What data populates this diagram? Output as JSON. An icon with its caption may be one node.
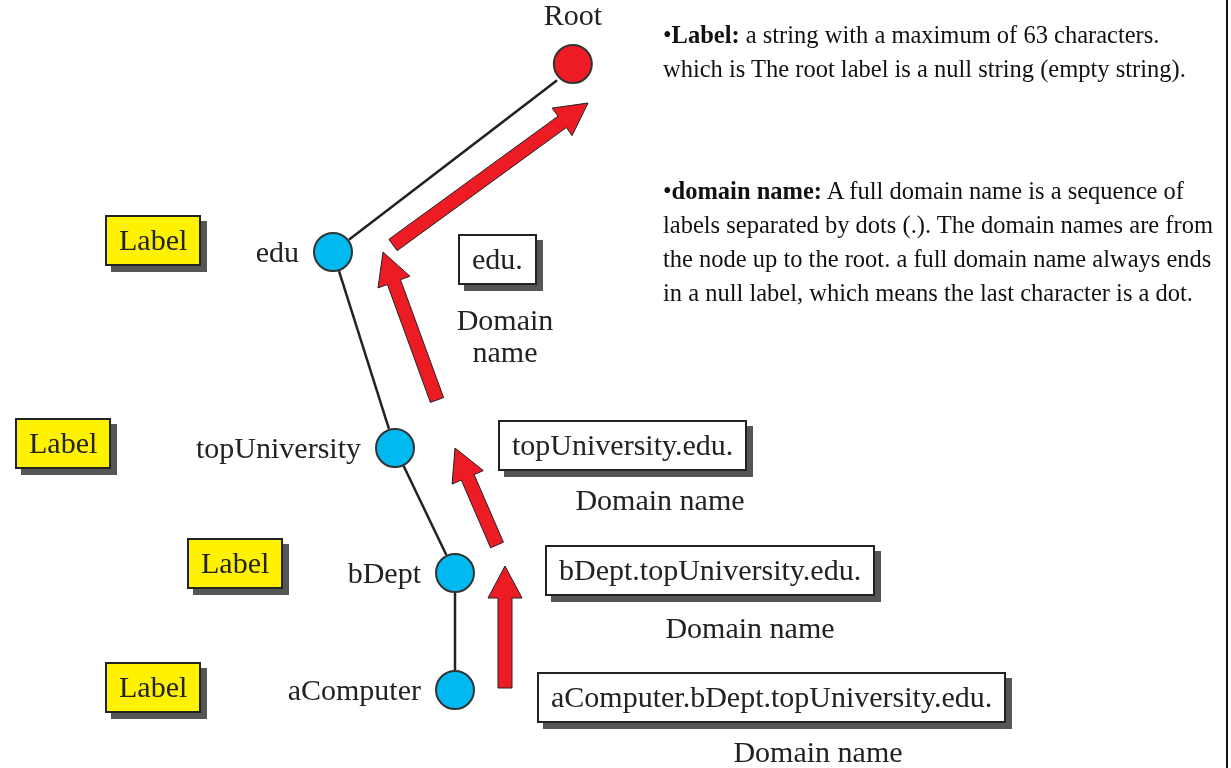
{
  "diagram": {
    "nodes": [
      {
        "text": [
          "Root"
        ]
      },
      {
        "text": [
          "edu"
        ]
      },
      {
        "text": [
          "topUniversity"
        ]
      },
      {
        "text": [
          "bDept"
        ]
      },
      {
        "text": [
          "aComputer"
        ]
      },
      {
        "text": [
          "Label"
        ]
      },
      {
        "text": [
          "Label"
        ]
      },
      {
        "text": [
          "Label"
        ]
      },
      {
        "text": [
          "Label"
        ]
      },
      {
        "text": [
          "edu."
        ],
        "beside": [
          "Domain name"
        ]
      },
      {
        "text": [
          "topUniversity.edu."
        ],
        "beside": [
          "Domain name"
        ]
      },
      {
        "text": [
          "bDept.topUniversity.edu."
        ],
        "beside": [
          "Domain name"
        ]
      },
      {
        "text": [
          "aComputer.bDept.topUniversity.edu."
        ],
        "beside": [
          "Domain name"
        ]
      }
    ],
    "edges": [
      {
        "from": 1,
        "to": 0,
        "arrow": "none"
      },
      {
        "from": 2,
        "to": 1,
        "arrow": "none"
      },
      {
        "from": 3,
        "to": 2,
        "arrow": "none"
      },
      {
        "from": 4,
        "to": 3,
        "arrow": "none"
      },
      {
        "from": 4,
        "to": 3,
        "arrow": "to",
        "style": "thick",
        "color": "#ed1c24"
      },
      {
        "from": 3,
        "to": 2,
        "arrow": "to",
        "style": "thick",
        "color": "#ed1c24"
      },
      {
        "from": 2,
        "to": 1,
        "arrow": "to",
        "style": "thick",
        "color": "#ed1c24"
      },
      {
        "from": 1,
        "to": 0,
        "arrow": "to",
        "style": "thick",
        "color": "#ed1c24"
      }
    ],
    "labels": [
      "•**Label:** a string with a maximum of 63 characters. which is The root label is a null string (empty string).",
      "•**domain name:** A full domain name is a sequence of labels separated by dots (.). The domain names are from the node up to the root. a full domain name always ends in a null label, which means the last character is a dot."
    ]
  }
}
